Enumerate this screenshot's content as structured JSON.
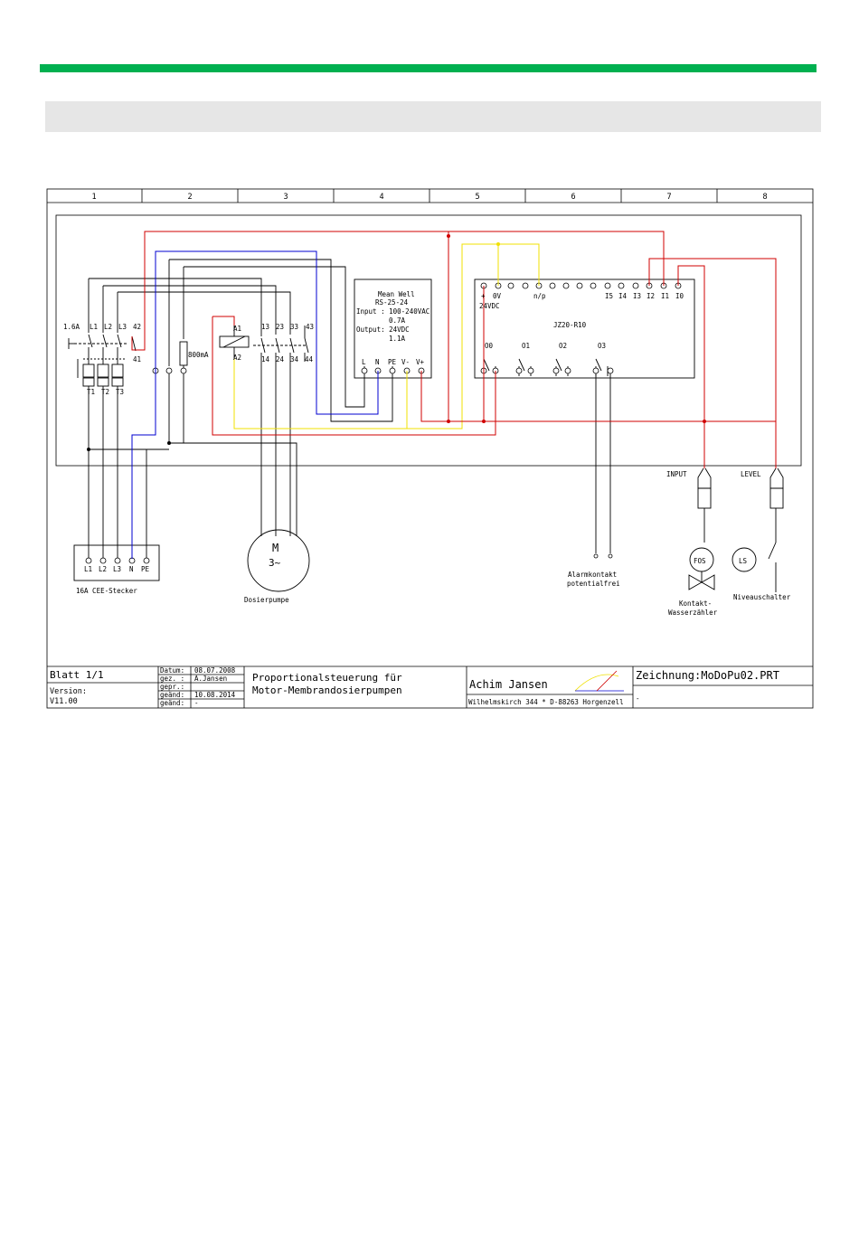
{
  "colors": {
    "header_bar": "#00b050",
    "subheader_bar": "#e6e6e6",
    "wire_red": "#d00000",
    "wire_blue": "#0000d0",
    "wire_yellow": "#f0e000"
  },
  "columns": [
    "1",
    "2",
    "3",
    "4",
    "5",
    "6",
    "7",
    "8"
  ],
  "breaker": {
    "rating": "1.6A",
    "in_terminals": [
      "L1",
      "L2",
      "L3"
    ],
    "aux_in": "42",
    "aux_out": "41",
    "out_terminals": [
      "T1",
      "T2",
      "T3"
    ]
  },
  "fuse": {
    "rating": "800mA"
  },
  "contactor": {
    "coil_a1": "A1",
    "coil_a2": "A2",
    "upper": [
      "13",
      "23",
      "33",
      "43"
    ],
    "lower": [
      "14",
      "24",
      "34",
      "44"
    ]
  },
  "psu": {
    "line1": "Mean Well",
    "line2": "RS-25-24",
    "line3": "Input : 100-240VAC",
    "line4": "0.7A",
    "line5": "Output: 24VDC",
    "line6": "1.1A",
    "terminals": [
      "L",
      "N",
      "PE",
      "V-",
      "V+"
    ]
  },
  "plc": {
    "name": "JZ20-R10",
    "plus": "+",
    "zero_v": "0V",
    "np": "n/p",
    "supply": "24VDC",
    "inputs": [
      "I5",
      "I4",
      "I3",
      "I2",
      "I1",
      "I0"
    ],
    "outputs": [
      "O0",
      "O1",
      "O2",
      "O3"
    ]
  },
  "plug": {
    "terminals": [
      "L1",
      "L2",
      "L3",
      "N",
      "PE"
    ],
    "label": "16A CEE-Stecker"
  },
  "motor": {
    "symbol": "M",
    "phase": "3~",
    "label": "Dosierpumpe"
  },
  "alarm": {
    "line1": "Alarmkontakt",
    "line2": "potentialfrei"
  },
  "sensors": {
    "input_label": "INPUT",
    "level_label": "LEVEL"
  },
  "flowmeter": {
    "symbol": "FOS",
    "line1": "Kontakt-",
    "line2": "Wasserzähler"
  },
  "level_switch": {
    "symbol": "LS",
    "label": "Niveauschalter"
  },
  "title_block": {
    "sheet": "Blatt 1/1",
    "version_label": "Version:",
    "version": "V11.00",
    "datum_label": "Datum:",
    "datum": "08.07.2008",
    "gez_label": "gez. :",
    "gez": "A.Jansen",
    "gepr_label": "gepr.:",
    "gepr": "",
    "geaend1_label": "geänd:",
    "geaend1": "10.08.2014",
    "geaend2_label": "geänd:",
    "geaend2": "-",
    "title1": "Proportionalsteuerung für",
    "title2": "Motor-Membrandosierpumpen",
    "author": "Achim Jansen",
    "address": "Wilhelmskirch 344 * D-88263 Horgenzell",
    "drawing": "Zeichnung:MoDoPu02.PRT",
    "drawing_note": "-"
  }
}
